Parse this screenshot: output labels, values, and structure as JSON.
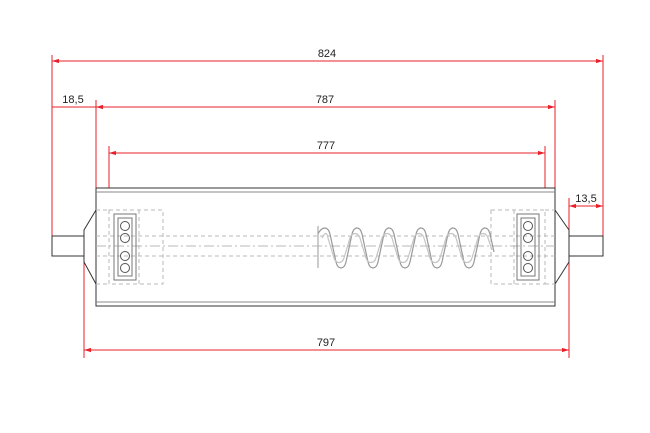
{
  "colors": {
    "dimension": "#e8202a",
    "outline": "#333333",
    "hidden": "#b8b8b8",
    "background": "#ffffff"
  },
  "dimensions": {
    "overall_length": "824",
    "left_axle_offset": "18,5",
    "tube_length": "787",
    "inner_length": "777",
    "right_axle_offset": "13,5",
    "bearing_span": "797"
  }
}
